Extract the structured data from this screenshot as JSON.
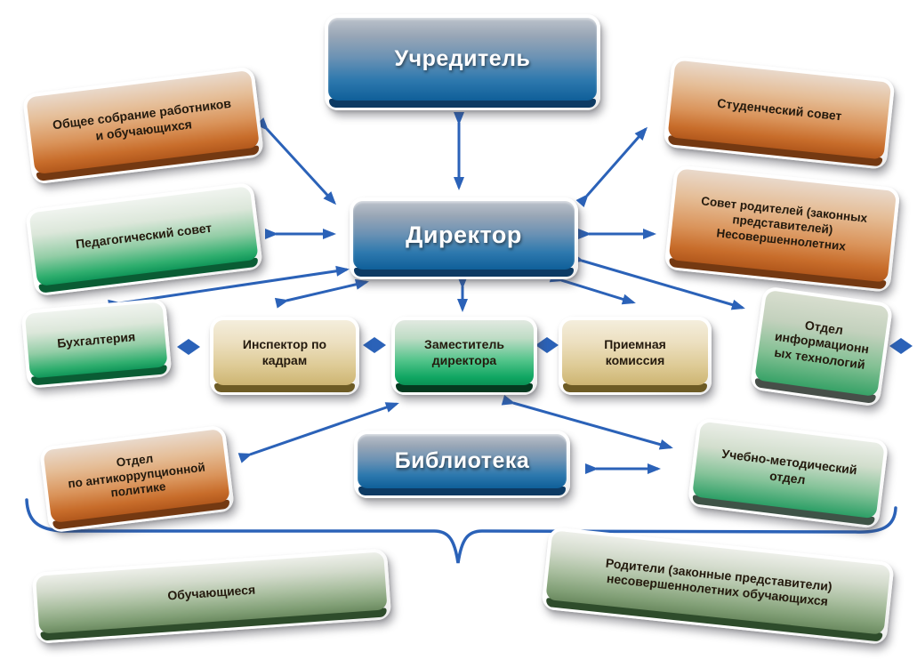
{
  "palette": {
    "arrow": "#2b62b8",
    "blue_box_bottom": "#0f5f99",
    "orange_box_bottom": "#b2581c",
    "green_box_bottom": "#109659",
    "gold_box_bottom": "#cdb572",
    "sage_box_bottom": "#6b8a60",
    "box_text_dark": "#241a0e",
    "box_text_light": "#ffffff"
  },
  "nodes": {
    "founder": {
      "label": "Учредитель"
    },
    "general_assembly": {
      "label": "Общее собрание работников\nи обучающихся"
    },
    "student_council": {
      "label": "Студенческий совет"
    },
    "pedagogical_council": {
      "label": "Педагогический совет"
    },
    "director": {
      "label": "Директор"
    },
    "parents_council": {
      "label": "Совет родителей (законных\nпредставителей)\nНесовершеннолетних"
    },
    "accounting": {
      "label": "Бухгалтерия"
    },
    "hr_inspector": {
      "label": "Инспектор по\nкадрам"
    },
    "deputy_director": {
      "label": "Заместитель\nдиректора"
    },
    "admissions": {
      "label": "Приемная\nкомиссия"
    },
    "it_department": {
      "label": "Отдел\nинформационн\nых технологий"
    },
    "anticorruption": {
      "label": "Отдел\nпо антикоррупционной\nполитике"
    },
    "library": {
      "label": "Библиотека"
    },
    "methodical": {
      "label": "Учебно-методический\nотдел"
    },
    "students": {
      "label": "Обучающиеся"
    },
    "parents": {
      "label": "Родители (законные представители)\nнесовершеннолетних обучающихся"
    }
  }
}
